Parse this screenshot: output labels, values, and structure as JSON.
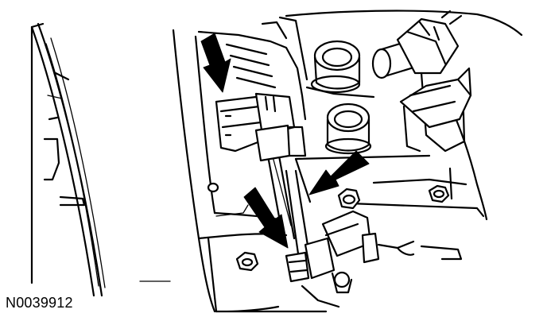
{
  "figure": {
    "reference_code": "N0039912"
  },
  "callouts": [
    {
      "id": "arrow-top-connector"
    },
    {
      "id": "arrow-lower-connector"
    },
    {
      "id": "arrow-right-clip"
    }
  ],
  "colors": {
    "ink": "#000000",
    "paper": "#ffffff"
  }
}
